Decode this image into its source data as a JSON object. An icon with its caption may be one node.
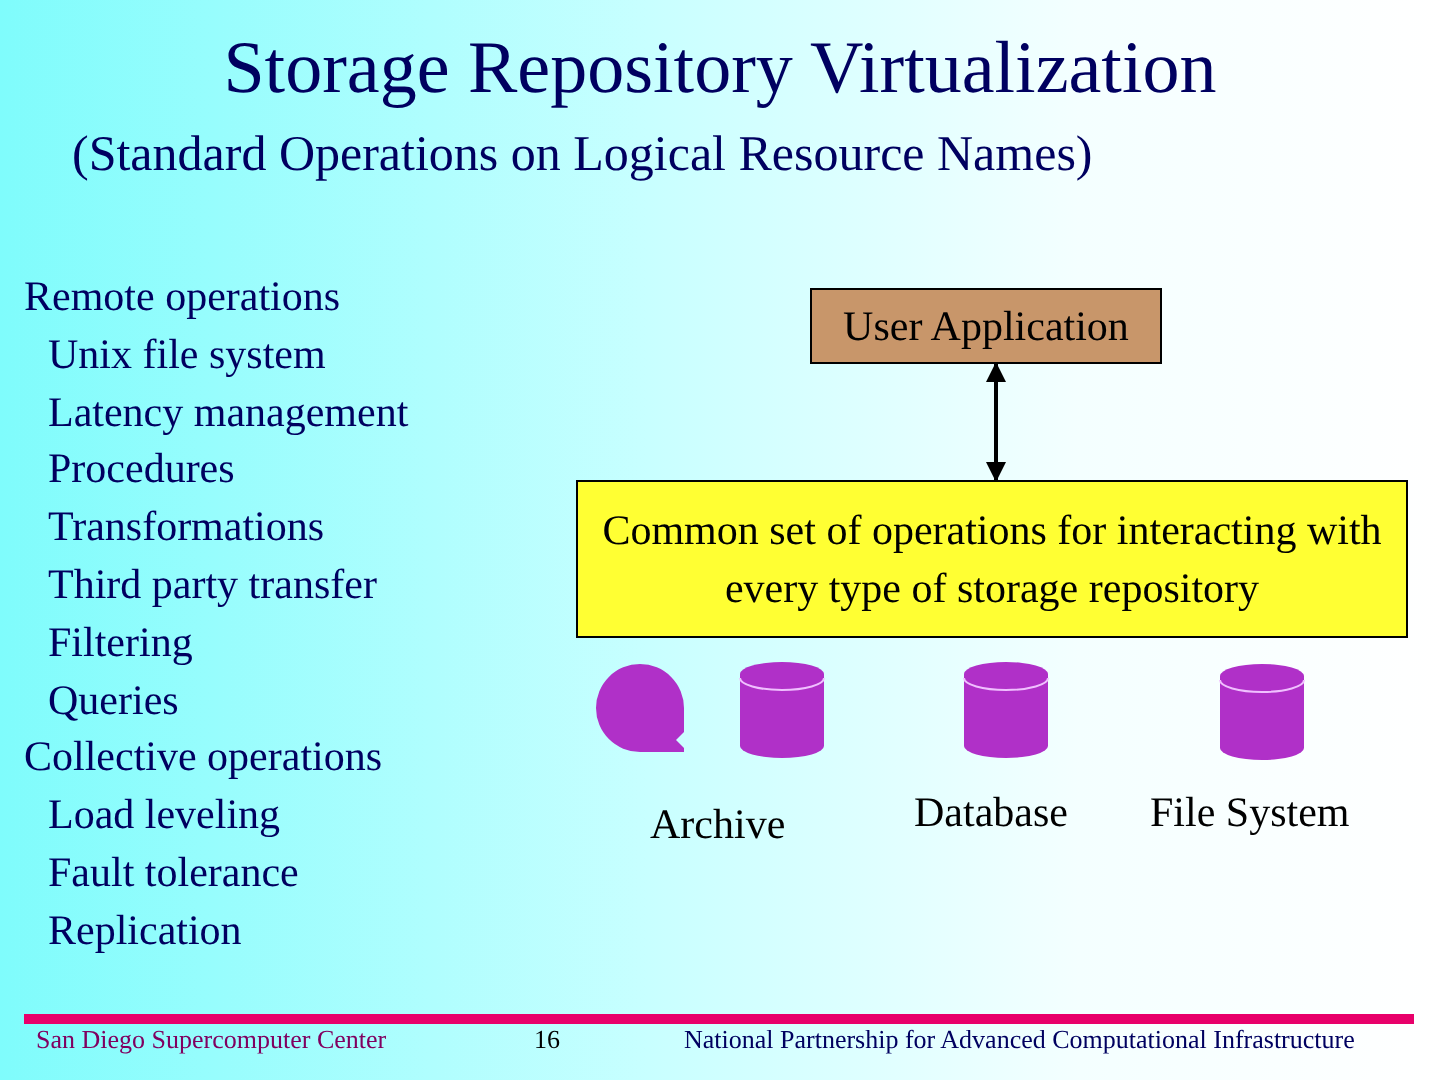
{
  "diagram": {
    "title": "Storage Repository Virtualization",
    "nodes": [
      {
        "text": [
          "User Application"
        ]
      },
      {
        "text": [
          "Common set of operations for interacting with every type of storage repository"
        ]
      }
    ],
    "edges": [
      {
        "from": 0,
        "to": 1,
        "arrow": "both"
      }
    ],
    "labels": [
      "(Standard Operations on Logical Resource Names)",
      "Remote operations",
      "Unix file system",
      "Latency management",
      "Procedures",
      "Transformations",
      "Third party transfer",
      "Filtering",
      "Queries",
      "Collective operations",
      "Load leveling",
      "Fault tolerance",
      "Replication",
      "Archive",
      "Database",
      "File System",
      "San Diego Supercomputer Center",
      "16",
      "National Partnership for Advanced Computational Infrastructure"
    ]
  }
}
